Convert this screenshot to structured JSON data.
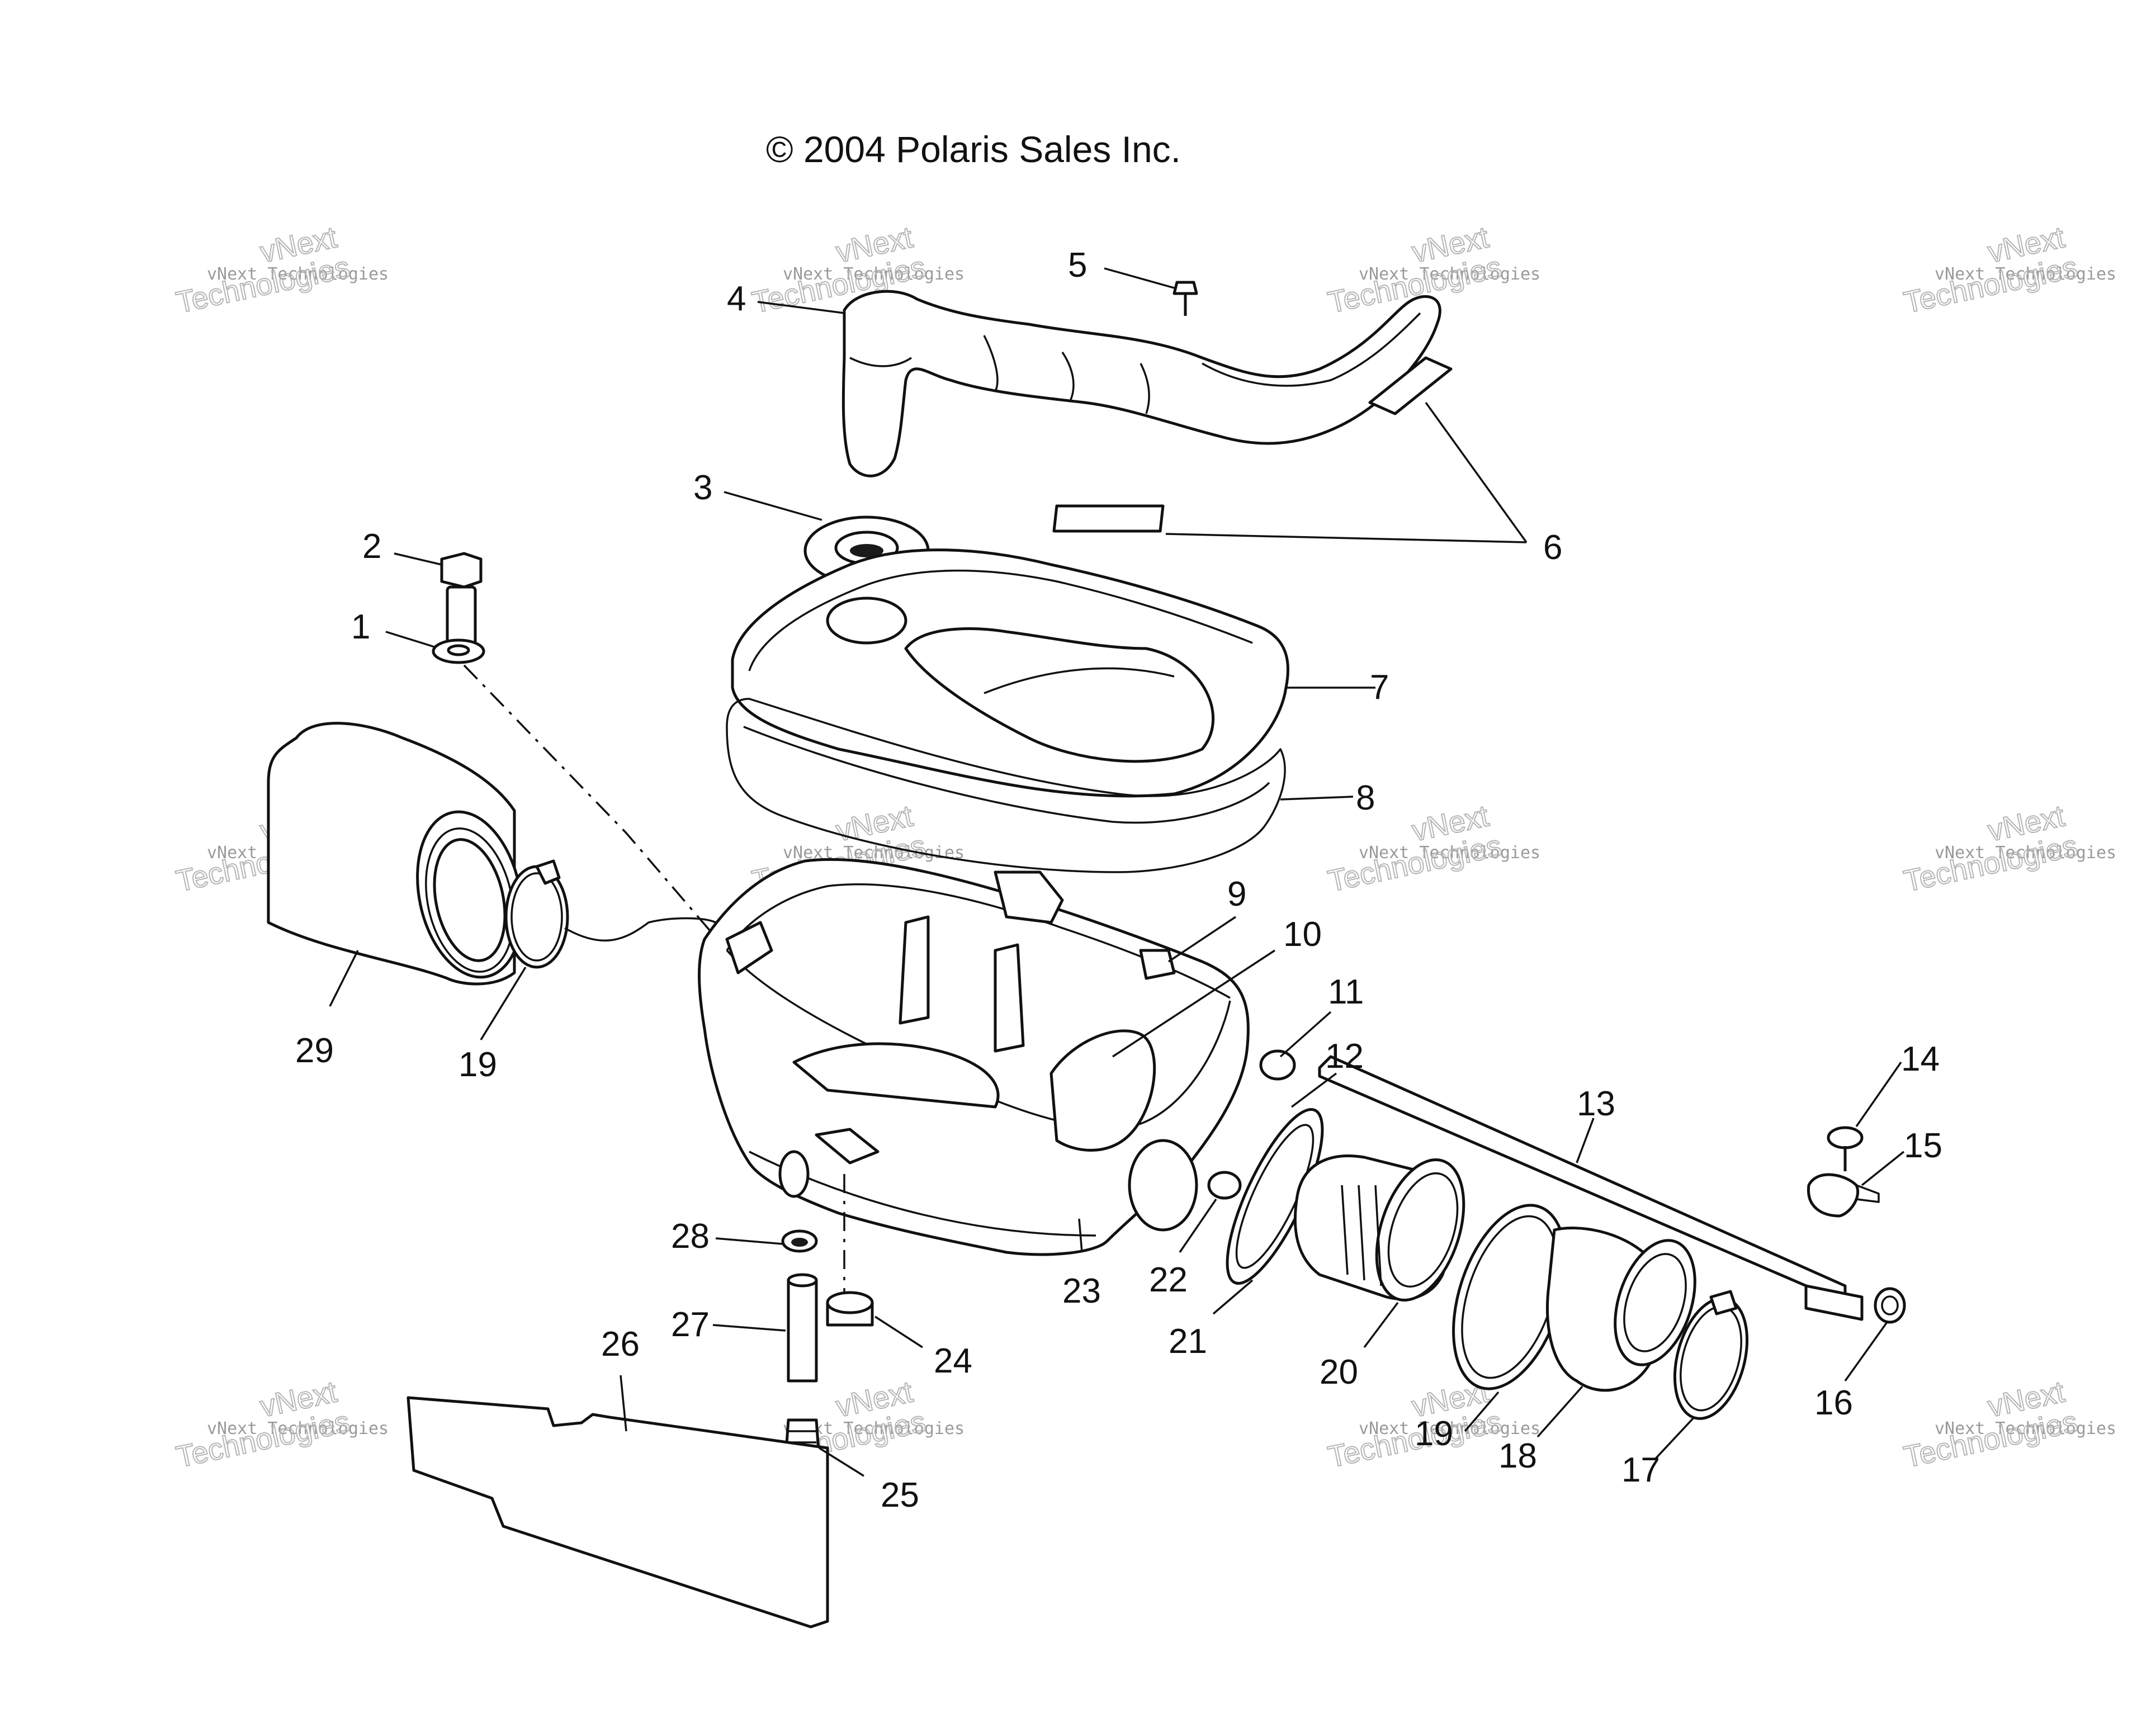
{
  "copyright": "© 2004 Polaris Sales Inc.",
  "watermark": {
    "line_small": "vNext Technologies",
    "line_big_1": "vNext",
    "line_big_2": "Technologies"
  },
  "callouts": [
    "1",
    "2",
    "3",
    "4",
    "5",
    "6",
    "7",
    "8",
    "9",
    "10",
    "11",
    "12",
    "13",
    "14",
    "15",
    "16",
    "17",
    "18",
    "19",
    "19",
    "20",
    "21",
    "22",
    "23",
    "24",
    "25",
    "26",
    "27",
    "28",
    "29"
  ],
  "colors": {
    "line": "#111111",
    "background": "#ffffff",
    "watermark": "#9a9a9a"
  }
}
